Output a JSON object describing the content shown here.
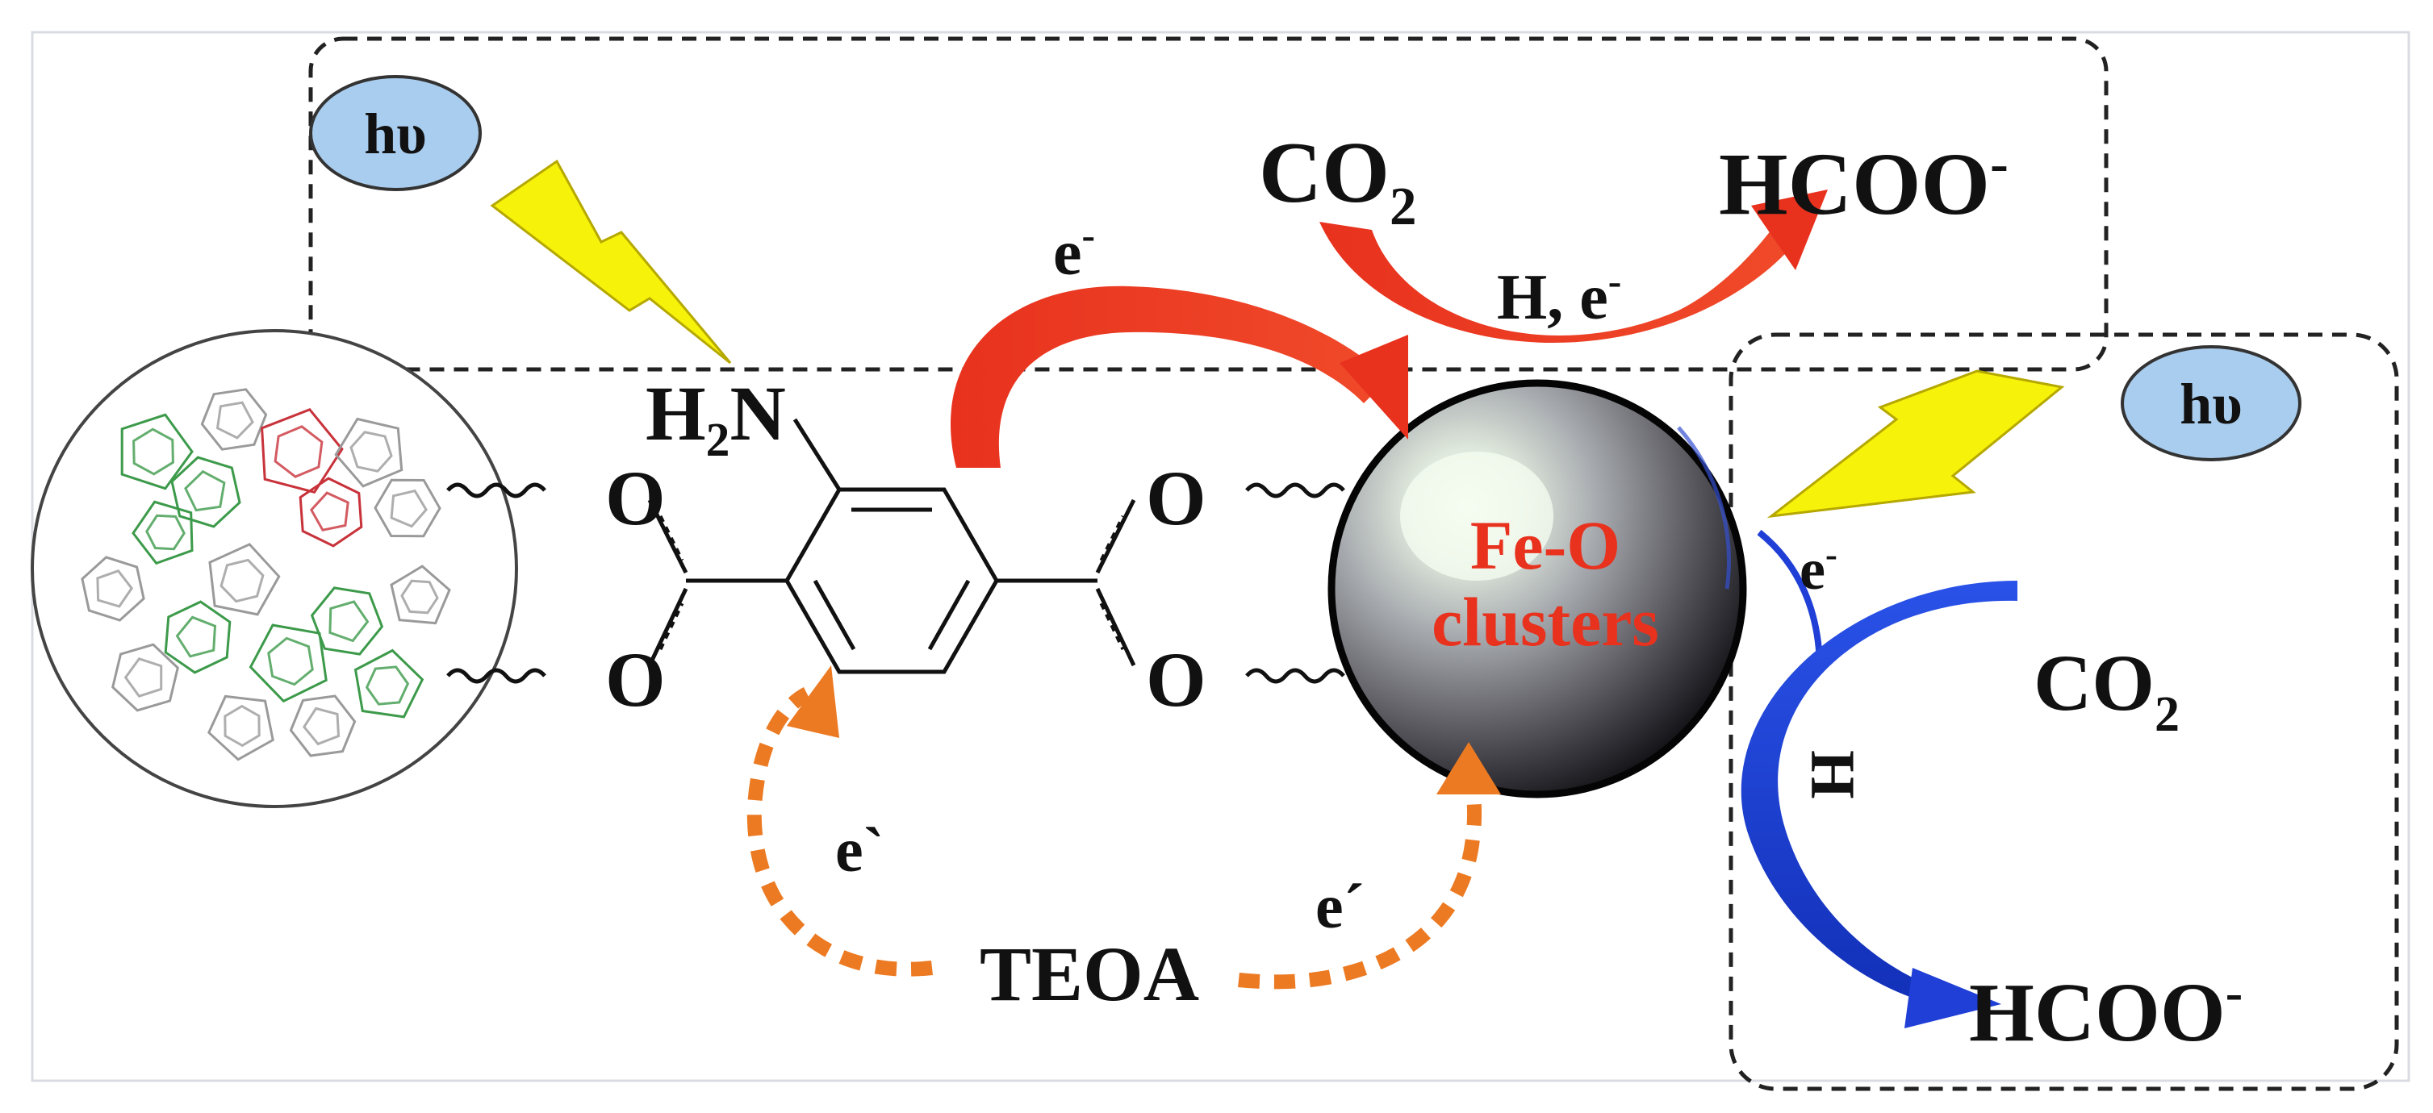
{
  "labels": {
    "hv_top": "hυ",
    "hv_right": "hυ",
    "co2_top": "CO",
    "co2_top_sub": "2",
    "hcoo_top": "HCOO",
    "hcoo_top_sup": "-",
    "h_e_top": "H, e",
    "h_e_top_sup": "-",
    "e_arc": "e",
    "e_arc_sup": "-",
    "h2n_h": "H",
    "h2n_sub": "2",
    "h2n_n": "N",
    "o_left_top": "O",
    "o_left_bottom": "O",
    "o_right_top": "O",
    "o_right_bottom": "O",
    "cluster_line1": "Fe-O",
    "cluster_line2": "clusters",
    "e_right": "e",
    "e_right_sup": "-",
    "co2_right": "CO",
    "co2_right_sub": "2",
    "h_right": "H",
    "hcoo_right": "HCOO",
    "hcoo_right_sup": "-",
    "teoa": "TEOA",
    "e_dot_left": "e`",
    "e_dot_right": "e´"
  },
  "colors": {
    "red_arrow": "#e8321e",
    "blue_arrow": "#1f3fd6",
    "orange_dots": "#ec7a22",
    "lightning": "#f7f20a",
    "ellipse_fill": "#a9cdee",
    "cluster_text": "#e8321e",
    "mof_green": "#3c9a4a",
    "mof_red": "#c8323a"
  }
}
